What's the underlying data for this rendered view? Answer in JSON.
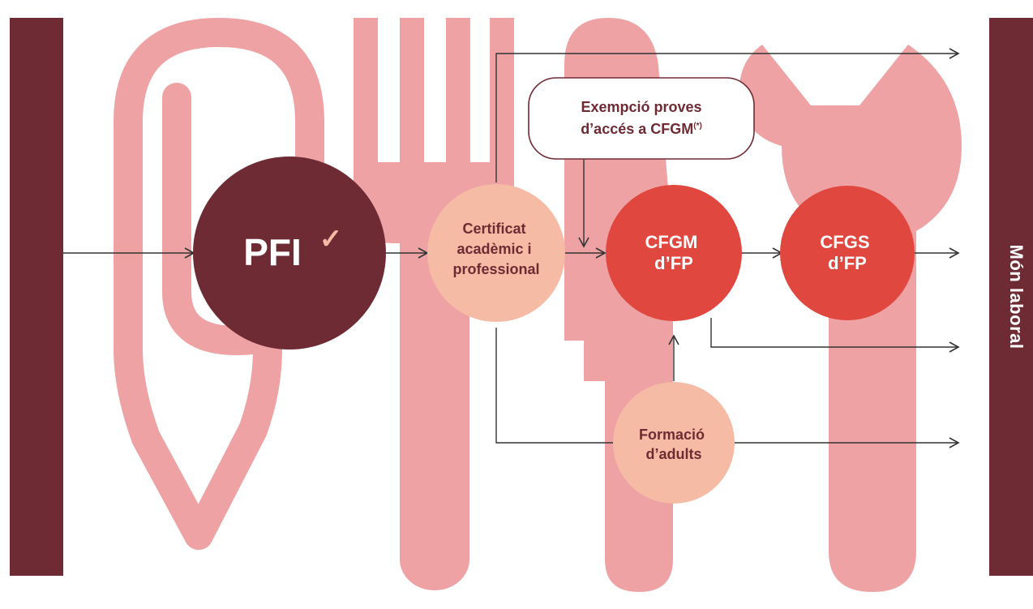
{
  "colors": {
    "dark_maroon": "#6e2b34",
    "pink_shapes": "#eea2a4",
    "peach_node": "#f5bba5",
    "red_node": "#e0473f",
    "connector": "#333333"
  },
  "sidebar_label": "Món laboral",
  "icons": [
    "paperclip-icon",
    "fork-icon",
    "knife-icon",
    "wrench-icon"
  ],
  "nodes": {
    "pfi": {
      "label": "PFI",
      "mark": "✓"
    },
    "certificat": {
      "lines": [
        "Certificat",
        "acadèmic i",
        "professional"
      ]
    },
    "cfgm": {
      "lines": [
        "CFGM",
        "d’FP"
      ]
    },
    "cfgs": {
      "lines": [
        "CFGS",
        "d’FP"
      ]
    },
    "adults": {
      "lines": [
        "Formació",
        "d’adults"
      ]
    }
  },
  "callout": {
    "line1": "Exempció proves",
    "line2": "d’accés a CFGM",
    "note": "(*)"
  }
}
